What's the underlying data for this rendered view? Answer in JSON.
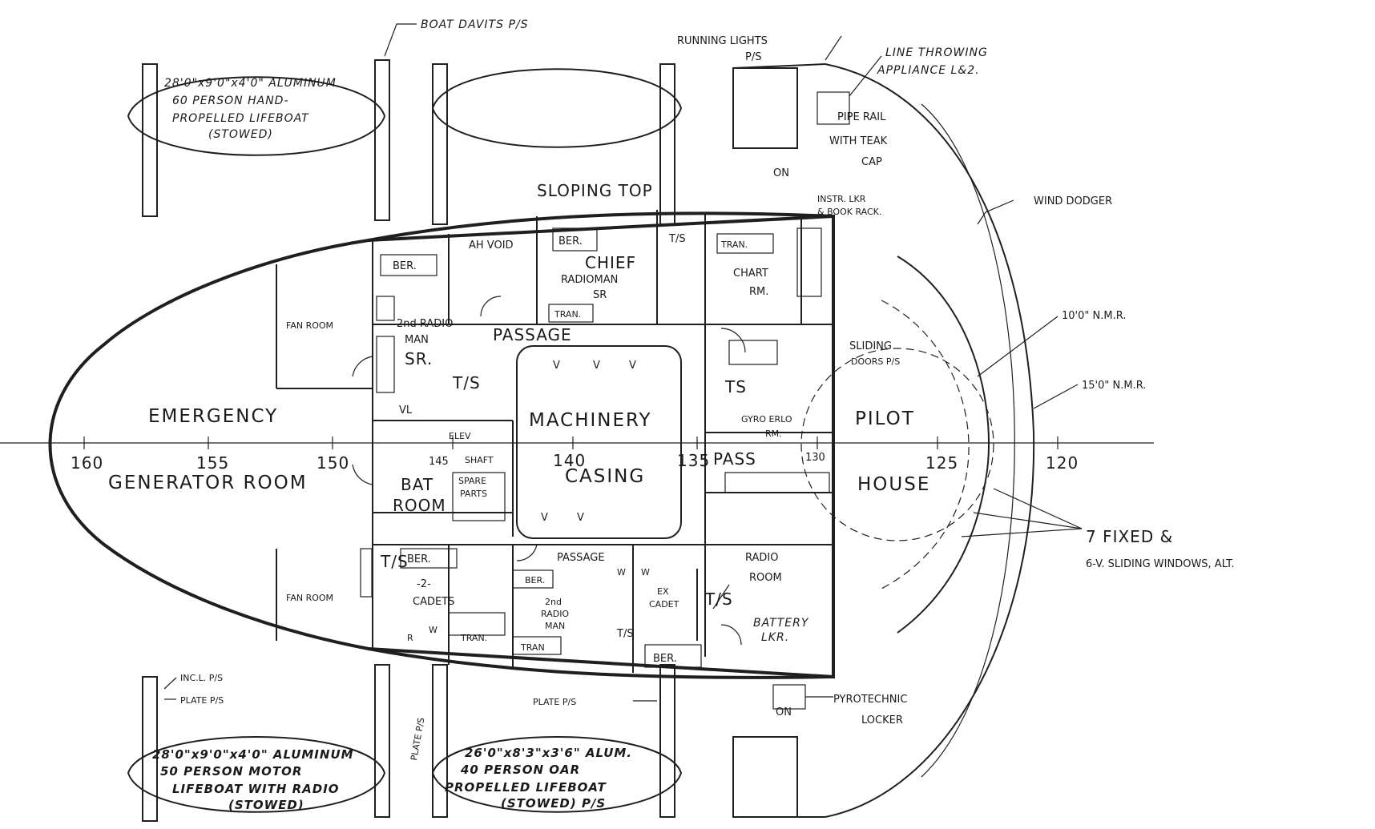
{
  "labels": {
    "boat_davits": "BOAT DAVITS P/S",
    "running_lights": "RUNNING LIGHTS",
    "running_lights_ps": "P/S",
    "line_throwing_1": "LINE THROWING",
    "line_throwing_2": "APPLIANCE L&2.",
    "pipe_rail": "PIPE RAIL",
    "with_teak": "WITH TEAK",
    "cap": "CAP",
    "sloping_top": "SLOPING TOP",
    "instr_lkr": "INSTR. LKR",
    "book_rack": "& BOOK RACK.",
    "wind_dodger": "WIND DODGER",
    "nmr_10": "10'0\" N.M.R.",
    "nmr_15": "15'0\" N.M.R.",
    "seven_fixed": "7 FIXED &",
    "sliding_windows": "6-V. SLIDING WINDOWS, ALT.",
    "pyrotechnic": "PYROTECHNIC",
    "locker": "LOCKER",
    "battery_1": "BATTERY",
    "battery_2": "LKR.",
    "incl_ps": "INC.L. P/S",
    "plate_ps_1": "PLATE P/S",
    "plate_ps_2": "PLATE P/S",
    "plate_ps_3": "PLATE P/S",
    "on_1": "ON",
    "on_2": "ON"
  },
  "lifeboats": {
    "top_left": [
      "28'0\"x9'0\"x4'0\" ALUMINUM",
      "60 PERSON HAND-",
      "PROPELLED LIFEBOAT",
      "(STOWED)"
    ],
    "bottom_left": [
      "28'0\"x9'0\"x4'0\" ALUMINUM",
      "50 PERSON MOTOR",
      "LIFEBOAT WITH RADIO",
      "(STOWED)"
    ],
    "bottom_center": [
      "26'0\"x8'3\"x3'6\" ALUM.",
      "40 PERSON OAR",
      "PROPELLED LIFEBOAT",
      "(STOWED) P/S"
    ]
  },
  "rooms": {
    "emergency": "EMERGENCY",
    "generator_room": "GENERATOR ROOM",
    "fan_room_top": "FAN ROOM",
    "fan_room_bottom": "FAN ROOM",
    "radio_man_1": "2nd RADIO",
    "radio_man_2": "MAN",
    "radio_man_3": "SR.",
    "ber_top_left": "BER.",
    "ah_void": "AH VOID",
    "ber_chief": "BER.",
    "chief": "CHIEF",
    "radioman": "RADIOMAN",
    "chief_sr": "SR",
    "tran_chief": "TRAN.",
    "ts_top": "T/S",
    "tran_chart": "TRAN.",
    "chart": "CHART",
    "chart_rm": "RM.",
    "passage_top": "PASSAGE",
    "ts_left": "T/S",
    "vl": "VL",
    "machinery": "MACHINERY",
    "casing": "CASING",
    "elev": "ELEV",
    "shaft": "SHAFT",
    "spare_parts_1": "SPARE",
    "spare_parts_2": "PARTS",
    "bat": "BAT",
    "room": "ROOM",
    "sliding": "SLIDING",
    "doors_ps": "DOORS P/S",
    "pilot": "PILOT",
    "house": "HOUSE",
    "ts_mid": "TS",
    "gyro": "GYRO ERLO",
    "gyro_rm": "RM.",
    "pass": "PASS",
    "radio_room_1": "RADIO",
    "radio_room_2": "ROOM",
    "passage_bottom": "PASSAGE",
    "ber_cadets": "BER.",
    "cadets_num": "-2-",
    "cadets": "CADETS",
    "tran_cadets": "TRAN.",
    "ber_2nd": "BER.",
    "radio_2nd_1": "2nd",
    "radio_2nd_2": "RADIO",
    "radio_2nd_3": "MAN",
    "tran_2nd": "TRAN",
    "ts_bottom_1": "T/S",
    "ts_bottom_2": "T/S",
    "ts_bottom_3": "T/S",
    "ex_cadet_1": "EX",
    "ex_cadet_2": "CADET",
    "ber_bottom_right": "BER.",
    "v": "V",
    "w": "W",
    "r": "R"
  },
  "frames": [
    "160",
    "155",
    "150",
    "145",
    "140",
    "135",
    "130",
    "125",
    "120"
  ]
}
